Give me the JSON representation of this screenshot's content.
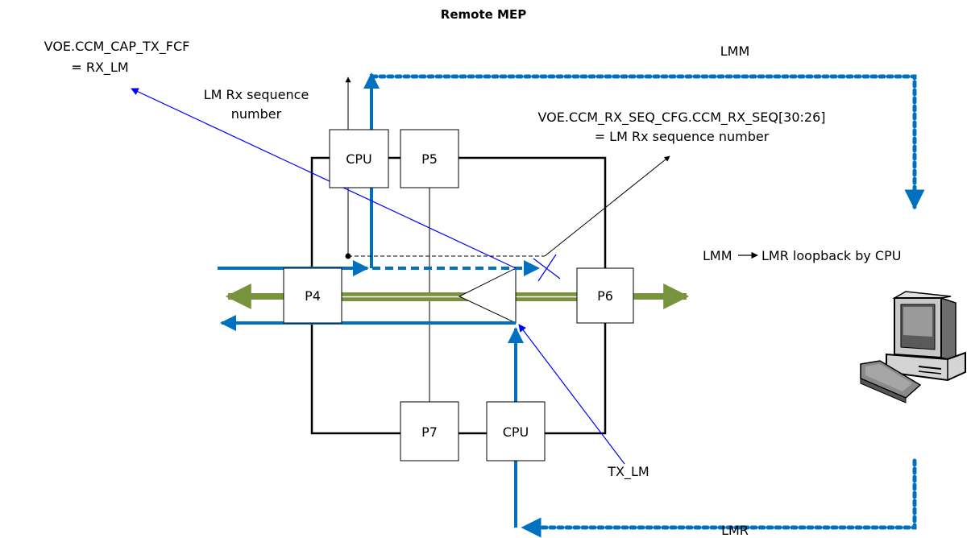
{
  "diagram": {
    "title": "Remote MEP",
    "ports": {
      "cpu_top": "CPU",
      "p5": "P5",
      "p4": "P4",
      "p6": "P6",
      "p7": "P7",
      "cpu_bottom": "CPU"
    },
    "labels": {
      "cap_tx_fcf_line1": "VOE.CCM_CAP_TX_FCF",
      "cap_tx_fcf_line2": "= RX_LM",
      "lm_rx_seq_line1": "LM Rx sequence",
      "lm_rx_seq_line2": "number",
      "rx_seq_cfg_line1": "VOE.CCM_RX_SEQ_CFG.CCM_RX_SEQ[30:26]",
      "rx_seq_cfg_line2": "= LM Rx sequence number",
      "lmm": "LMM",
      "lmr": "LMR",
      "loopback_prefix": "LMM",
      "loopback_suffix": "LMR loopback by CPU",
      "tx_lm": "TX_LM"
    },
    "icons": [
      "computer-icon"
    ],
    "colors": {
      "blue_path": "#0070c0",
      "green_path": "#77933c",
      "annotation_blue": "#0000ff",
      "outline": "#000000"
    }
  }
}
